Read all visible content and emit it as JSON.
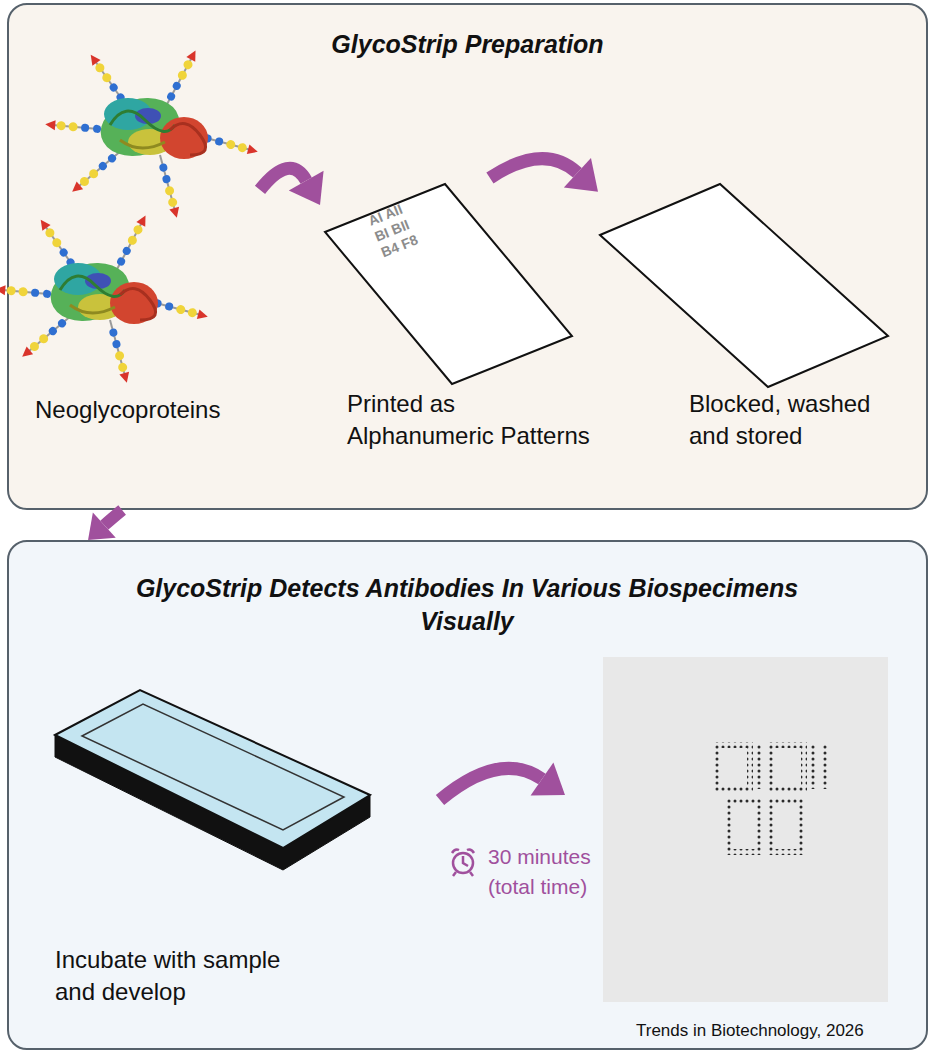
{
  "diagram": {
    "nodes": [
      {
        "text": [
          "GlycoStrip Preparation"
        ]
      },
      {
        "text": [
          "Neoglycoproteins"
        ],
        "in": 0
      },
      {
        "text": [
          "Printed as Alphanumeric Patterns",
          "AI AII BI BII B4 F8"
        ],
        "in": 0
      },
      {
        "text": [
          "Blocked, washed and stored"
        ],
        "in": 0
      },
      {
        "text": [
          "GlycoStrip Detects Antibodies In Various Biospecimens Visually"
        ]
      },
      {
        "text": [
          "Incubate with sample and develop"
        ],
        "in": 4
      }
    ],
    "edges": [
      {
        "from": 0,
        "to": 4,
        "arrow": "to"
      },
      {
        "from": 1,
        "to": 2,
        "arrow": "to"
      },
      {
        "from": 2,
        "to": 3,
        "arrow": "to"
      }
    ],
    "labels": [
      "30 minutes (total time)",
      "Trends in Biotechnology, 2026"
    ]
  }
}
